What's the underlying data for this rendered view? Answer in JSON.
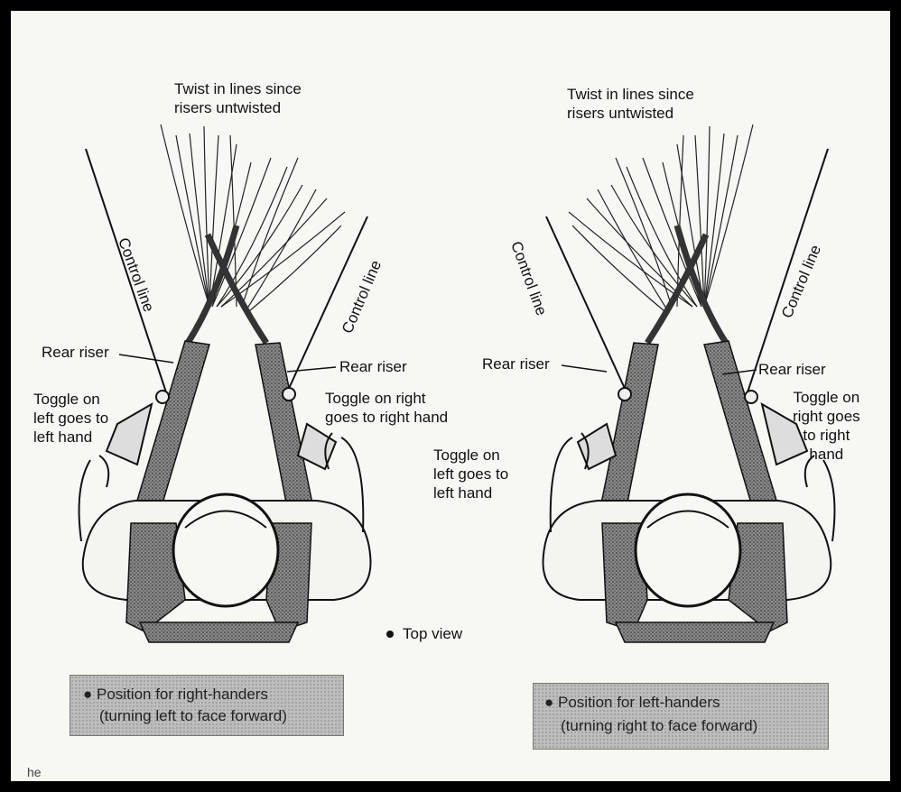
{
  "left_panel": {
    "twist_label": [
      "Twist in lines since",
      "risers untwisted"
    ],
    "control_line_left": "Control line",
    "control_line_right": "Control line",
    "rear_riser_left": "Rear riser",
    "rear_riser_right": "Rear riser",
    "toggle_left": [
      "Toggle on",
      "left goes to",
      "left hand"
    ],
    "toggle_right": [
      "Toggle on right",
      "goes to right hand"
    ],
    "caption": [
      "Position for right-handers",
      "(turning left to face forward)"
    ]
  },
  "right_panel": {
    "twist_label": [
      "Twist in lines since",
      "risers untwisted"
    ],
    "control_line_left": "Control line",
    "control_line_right": "Control line",
    "rear_riser_left": "Rear riser",
    "rear_riser_right": "Rear riser",
    "toggle_left": [
      "Toggle on",
      "left goes to",
      "left hand"
    ],
    "toggle_right": [
      "Toggle on",
      "right goes",
      "to right",
      "hand"
    ],
    "caption": [
      "Position for left-handers",
      "(turning right to face forward)"
    ]
  },
  "center_note": "Top view",
  "bottom_fragment": "he"
}
